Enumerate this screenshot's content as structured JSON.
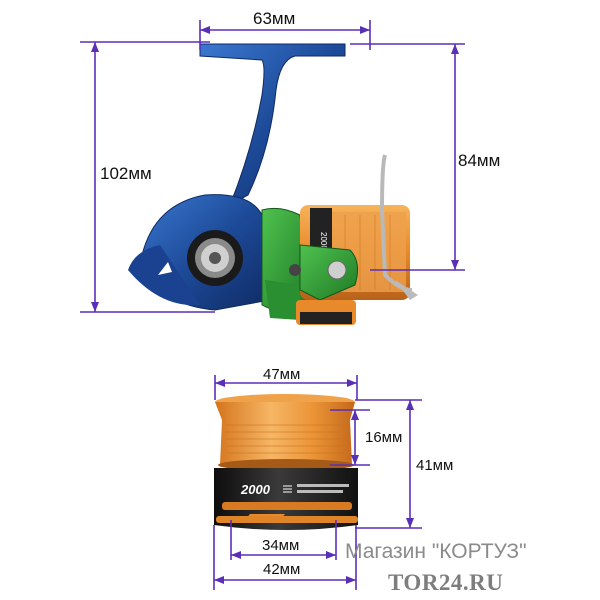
{
  "dimensions": {
    "reel_width": "63мм",
    "reel_height": "102мм",
    "reel_spool_height": "84мм",
    "spool_width_top": "47мм",
    "spool_line_depth": "16мм",
    "spool_height": "41мм",
    "spool_bottom_inner": "34мм",
    "spool_bottom_outer": "42мм"
  },
  "spool_model": "2000",
  "watermark": {
    "shop": "Магазин \"КОРТУЗ\"",
    "site": "TOR24.RU"
  },
  "colors": {
    "dimension_line": "#5a2fb8",
    "reel_body": "#1f4f9e",
    "reel_green": "#2e9a36",
    "spool_orange": "#e8892a",
    "spool_dark": "#1c1c1c"
  }
}
